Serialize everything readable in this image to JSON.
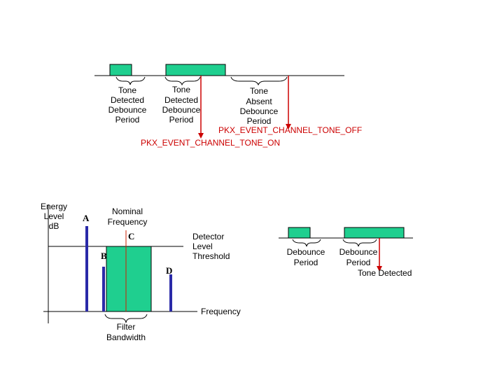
{
  "colors": {
    "tone_fill": "#1fcf8f",
    "tone_stroke": "#000000",
    "event_arrow": "#cc0000",
    "component_bar": "#2a2aa8",
    "nominal_line": "#cc2200",
    "event_text": "#cc0000"
  },
  "top_timing": {
    "periods": [
      {
        "lines": [
          "Tone",
          "Detected",
          "Debounce",
          "Period"
        ]
      },
      {
        "lines": [
          "Tone",
          "Detected",
          "Debounce",
          "Period"
        ]
      },
      {
        "lines": [
          "Tone",
          "Absent",
          "Debounce",
          "Period"
        ]
      }
    ],
    "event_off": "PKX_EVENT_CHANNEL_TONE_OFF",
    "event_on": "PKX_EVENT_CHANNEL_TONE_ON"
  },
  "filter_diagram": {
    "y_axis_label": [
      "Energy",
      "Level",
      "dB"
    ],
    "x_axis_label": "Frequency",
    "nominal_label": [
      "Nominal",
      "Frequency"
    ],
    "threshold_label": [
      "Detector",
      "Level",
      "Threshold"
    ],
    "bandwidth_label": [
      "Filter",
      "Bandwidth"
    ],
    "components": [
      {
        "letter": "A"
      },
      {
        "letter": "B"
      },
      {
        "letter": "C"
      },
      {
        "letter": "D"
      }
    ]
  },
  "right_timing": {
    "periods": [
      {
        "lines": [
          "Debounce",
          "Period"
        ]
      },
      {
        "lines": [
          "Debounce",
          "Period"
        ]
      }
    ],
    "event": "Tone Detected"
  }
}
